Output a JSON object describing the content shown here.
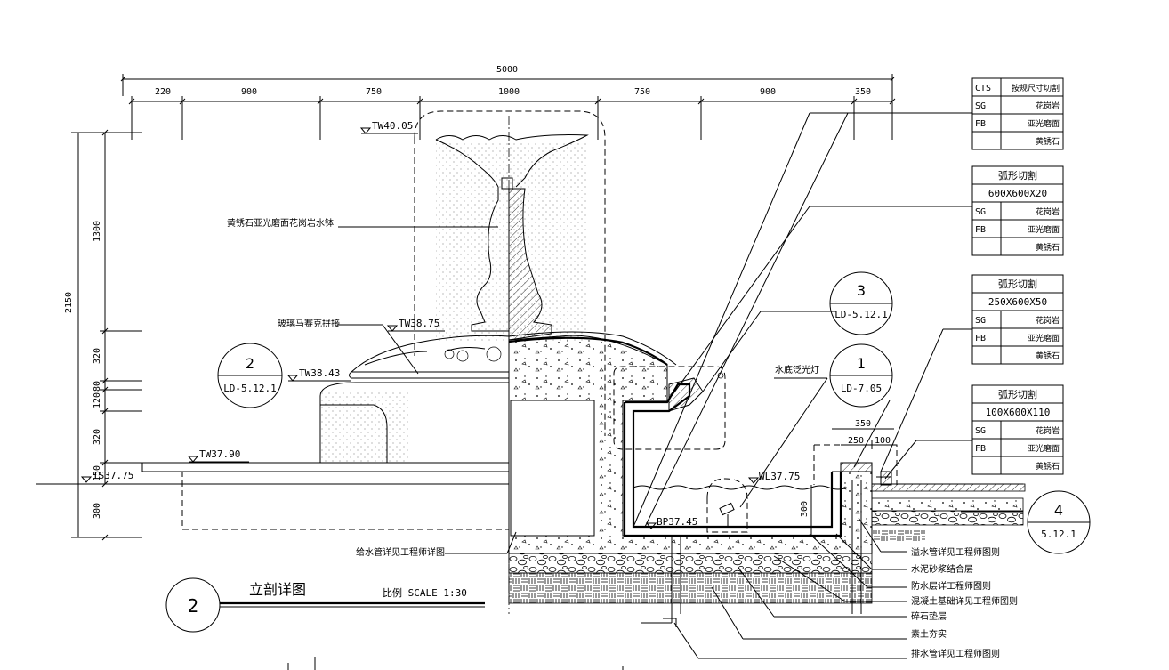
{
  "dimensions": {
    "overall": "5000",
    "top": [
      "220",
      "900",
      "750",
      "1000",
      "750",
      "900",
      "350"
    ],
    "left_total": "2150",
    "left": [
      "1300",
      "320",
      "80",
      "120",
      "320",
      "150",
      "300"
    ],
    "right_top": [
      "350",
      "250",
      "100"
    ],
    "right_depth": "300"
  },
  "elevations": {
    "tw1": "TW40.05",
    "tw2": "TW38.75",
    "tw3": "TW38.43",
    "tw4": "TW37.90",
    "ts": "TS37.75",
    "wl": "WL37.75",
    "bp": "BP37.45"
  },
  "callouts": {
    "c1": {
      "num": "2",
      "ref": "LD-5.12.1"
    },
    "c2": {
      "num": "3",
      "ref": "LD-5.12.1"
    },
    "c3": {
      "num": "1",
      "ref": "LD-7.05"
    },
    "c4": {
      "num": "4",
      "ref": "5.12.1"
    }
  },
  "labels": {
    "water_body": "黄锈石亚光磨面花岗岩水钵",
    "mosaic": "玻璃马赛克拼接",
    "light": "水底泛光灯",
    "supply_pipe": "给水管详见工程师详图",
    "overflow": "溢水管详见工程师图则",
    "mortar": "水泥砂浆结合层",
    "waterproof": "防水层详工程师图则",
    "concrete": "混凝土基础详见工程师图则",
    "gravel": "碎石垫层",
    "soil": "素土夯实",
    "drain": "排水管详见工程师图则"
  },
  "title": {
    "num": "2",
    "text": "立剖详图",
    "scale": "比例 SCALE 1:30"
  },
  "legend": [
    {
      "rows": [
        {
          "code": "CTS",
          "desc": "按规尺寸切割"
        },
        {
          "code": "SG",
          "desc": "花岗岩"
        },
        {
          "code": "FB",
          "desc": "亚光磨面"
        },
        {
          "code": "",
          "desc": "黄锈石"
        }
      ]
    },
    {
      "header": "弧形切割",
      "size": "600X600X20",
      "rows": [
        {
          "code": "SG",
          "desc": "花岗岩"
        },
        {
          "code": "FB",
          "desc": "亚光磨面"
        },
        {
          "code": "",
          "desc": "黄锈石"
        }
      ]
    },
    {
      "header": "弧形切割",
      "size": "250X600X50",
      "rows": [
        {
          "code": "SG",
          "desc": "花岗岩"
        },
        {
          "code": "FB",
          "desc": "亚光磨面"
        },
        {
          "code": "",
          "desc": "黄锈石"
        }
      ]
    },
    {
      "header": "弧形切割",
      "size": "100X600X110",
      "rows": [
        {
          "code": "SG",
          "desc": "花岗岩"
        },
        {
          "code": "FB",
          "desc": "亚光磨面"
        },
        {
          "code": "",
          "desc": "黄锈石"
        }
      ]
    }
  ]
}
